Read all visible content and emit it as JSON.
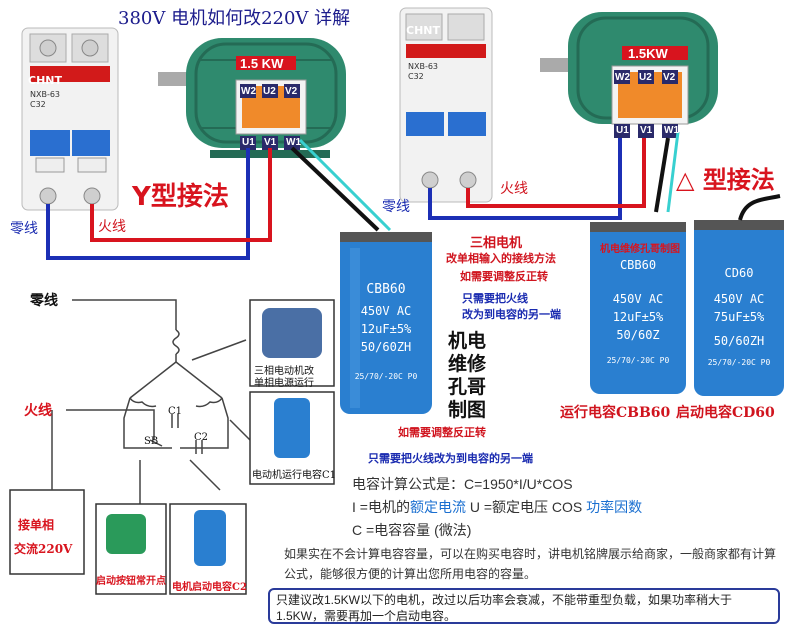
{
  "title": "380V 电机如何改220V 详解",
  "left_panel": {
    "breaker_brand": "CHNT",
    "breaker_model": "NXB-63",
    "breaker_rating": "C32",
    "motor_power": "1.5 KW",
    "terminals_top": [
      "W2",
      "U2",
      "V2"
    ],
    "terminals_bottom": [
      "U1",
      "V1",
      "W1"
    ],
    "wiring_label": "Y型接法",
    "neutral_label": "零线",
    "live_label": "火线"
  },
  "right_panel": {
    "breaker_brand": "CHNT",
    "breaker_model": "NXB-63",
    "breaker_rating": "C32",
    "motor_power": "1.5KW",
    "terminals_top": [
      "W2",
      "U2",
      "V2"
    ],
    "terminals_bottom": [
      "U1",
      "V1",
      "W1"
    ],
    "wiring_label": "△ 型接法",
    "neutral_label": "零线",
    "live_label": "火线"
  },
  "capacitor_run": {
    "model": "CBB60",
    "voltage": "450V  AC",
    "capacitance": "12uF±5%",
    "frequency": "50/60ZH",
    "temp": "25/70/-20C P0"
  },
  "capacitor_run_right": {
    "brand": "机电维修孔哥制图",
    "model": "CBB60",
    "voltage": "450V  AC",
    "capacitance": "12uF±5%",
    "frequency": "50/60Z",
    "temp": "25/70/-20C P0"
  },
  "capacitor_start": {
    "model": "CD60",
    "voltage": "450V  AC",
    "capacitance": "75uF±5%",
    "frequency": "50/60ZH",
    "temp": "25/70/-20C P0"
  },
  "annotations": {
    "three_phase_1": "三相电机",
    "three_phase_2": "改单相输入的接线方法",
    "reverse_1": "如需要调整反正转",
    "reverse_2": "只需要把火线",
    "reverse_3": "改为到电容的另一端",
    "author_vertical": [
      "机",
      "电",
      "维",
      "修",
      "孔",
      "哥",
      "制",
      "图"
    ],
    "run_cap_caption": "运行电容CBB60",
    "start_cap_caption": "启动电容CD60",
    "reverse_bottom_1": "如需要调整反正转",
    "reverse_bottom_2": "只需要把火线改为到电容的另一端"
  },
  "schematic": {
    "neutral_label": "零线",
    "live_label": "火线",
    "c1_label": "C1",
    "c2_label": "C2",
    "sb_label": "SB",
    "motor_caption_1": "三相电动机改",
    "motor_caption_2": "单相电源运行",
    "run_cap_caption": "电动机运行电容C1",
    "single_phase_1": "接单相",
    "single_phase_2": "交流220V",
    "button_caption": "启动按钮常开点",
    "start_cap_caption": "电机启动电容C2"
  },
  "formula": {
    "line1": "电容计算公式是：C=1950*I/U*COS",
    "line2_a": "I =电机的",
    "line2_b": "额定电流",
    "line2_c": " U =额定电压 COS ",
    "line2_d": "功率因数",
    "line3": "C =电容容量 (微法)"
  },
  "note": "如果实在不会计算电容容量，可以在购买电容时，讲电机铭牌展示给商家，一般商家都有计算公式，能够很方便的计算出您所用电容的容量。",
  "box_note": "只建议改1.5KW以下的电机，改过以后功率会衰减，不能带重型负载，如果功率稍大于1.5KW，需要再加一个启动电容。",
  "colors": {
    "motor_green": "#2f8a6e",
    "capacitor_blue": "#2a7fd0",
    "red_accent": "#d8141e",
    "navy_text": "#1a2bb0",
    "wire_blue": "#1c2fb5",
    "wire_red": "#d8141e",
    "wire_cyan": "#38d0d0"
  }
}
